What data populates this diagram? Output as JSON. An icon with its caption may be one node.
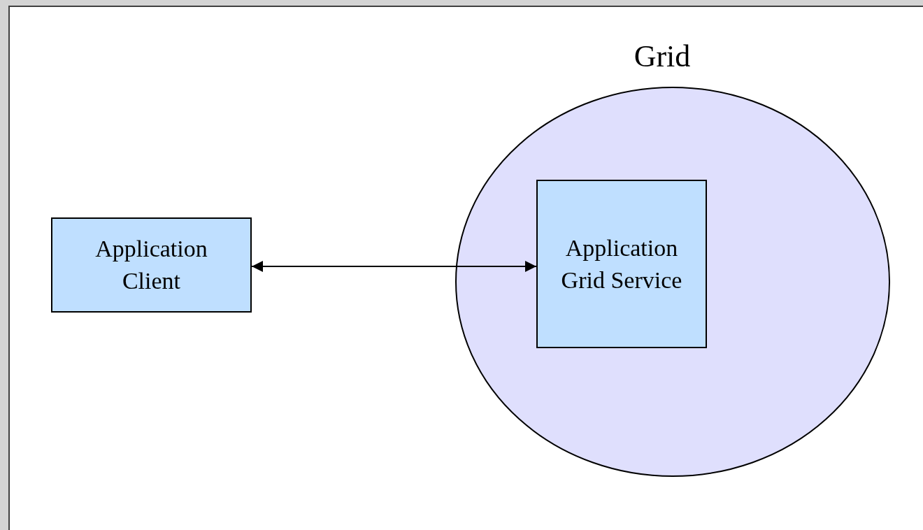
{
  "diagram": {
    "nodes": [
      {
        "text": [
          "Application Client"
        ]
      },
      {
        "text": [
          "Grid"
        ]
      },
      {
        "text": [
          "Application Grid Service"
        ],
        "in": 1
      }
    ],
    "edges": [
      {
        "from": 0,
        "to": 2,
        "arrow": "both"
      }
    ]
  }
}
